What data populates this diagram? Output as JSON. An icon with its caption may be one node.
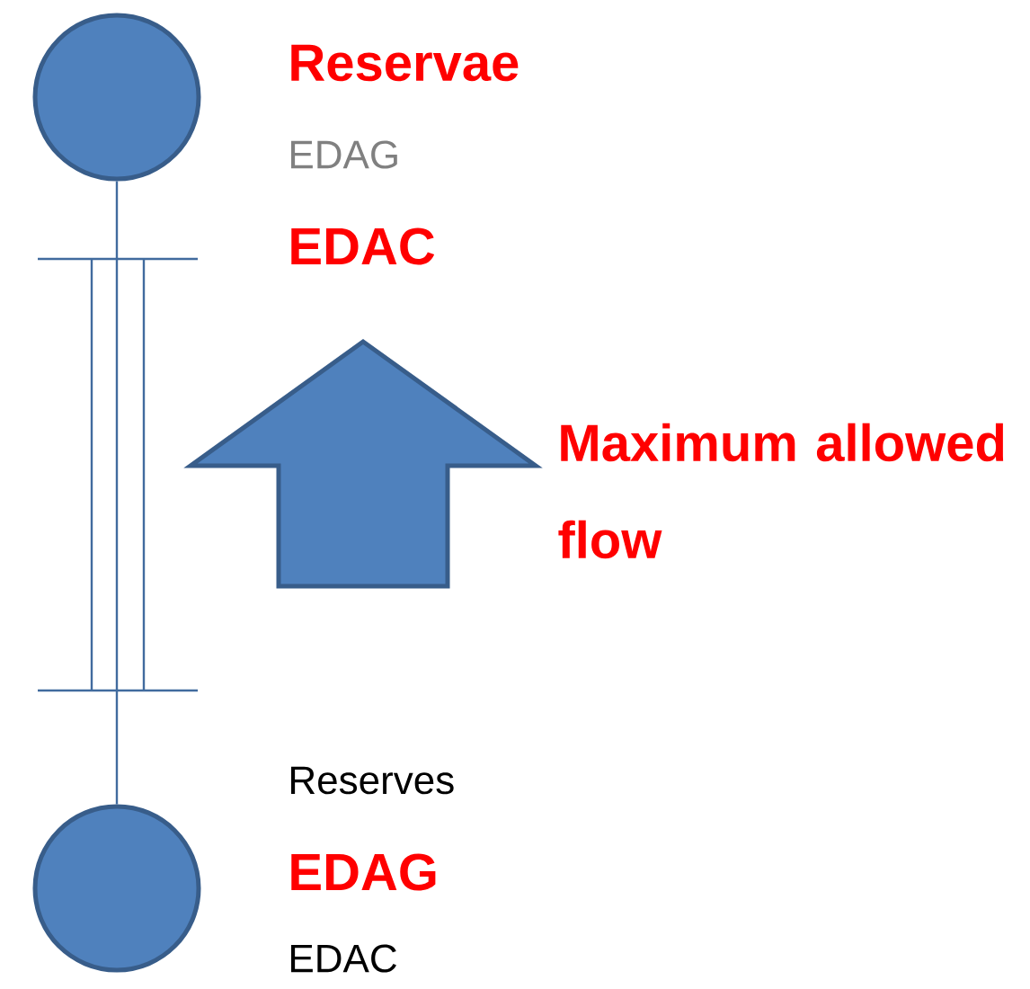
{
  "diagram": {
    "nodes": [
      {
        "text": [],
        "shape": "circle",
        "beside": [
          "Reservae",
          "EDAG",
          "EDAC"
        ]
      },
      {
        "text": [],
        "shape": "circle",
        "beside": [
          "Reserves",
          "EDAG",
          "EDAC"
        ]
      }
    ],
    "edges": [
      {
        "from": 0,
        "to": 1,
        "arrow": "none"
      }
    ],
    "labels": [
      "Maximum allowed flow"
    ]
  }
}
